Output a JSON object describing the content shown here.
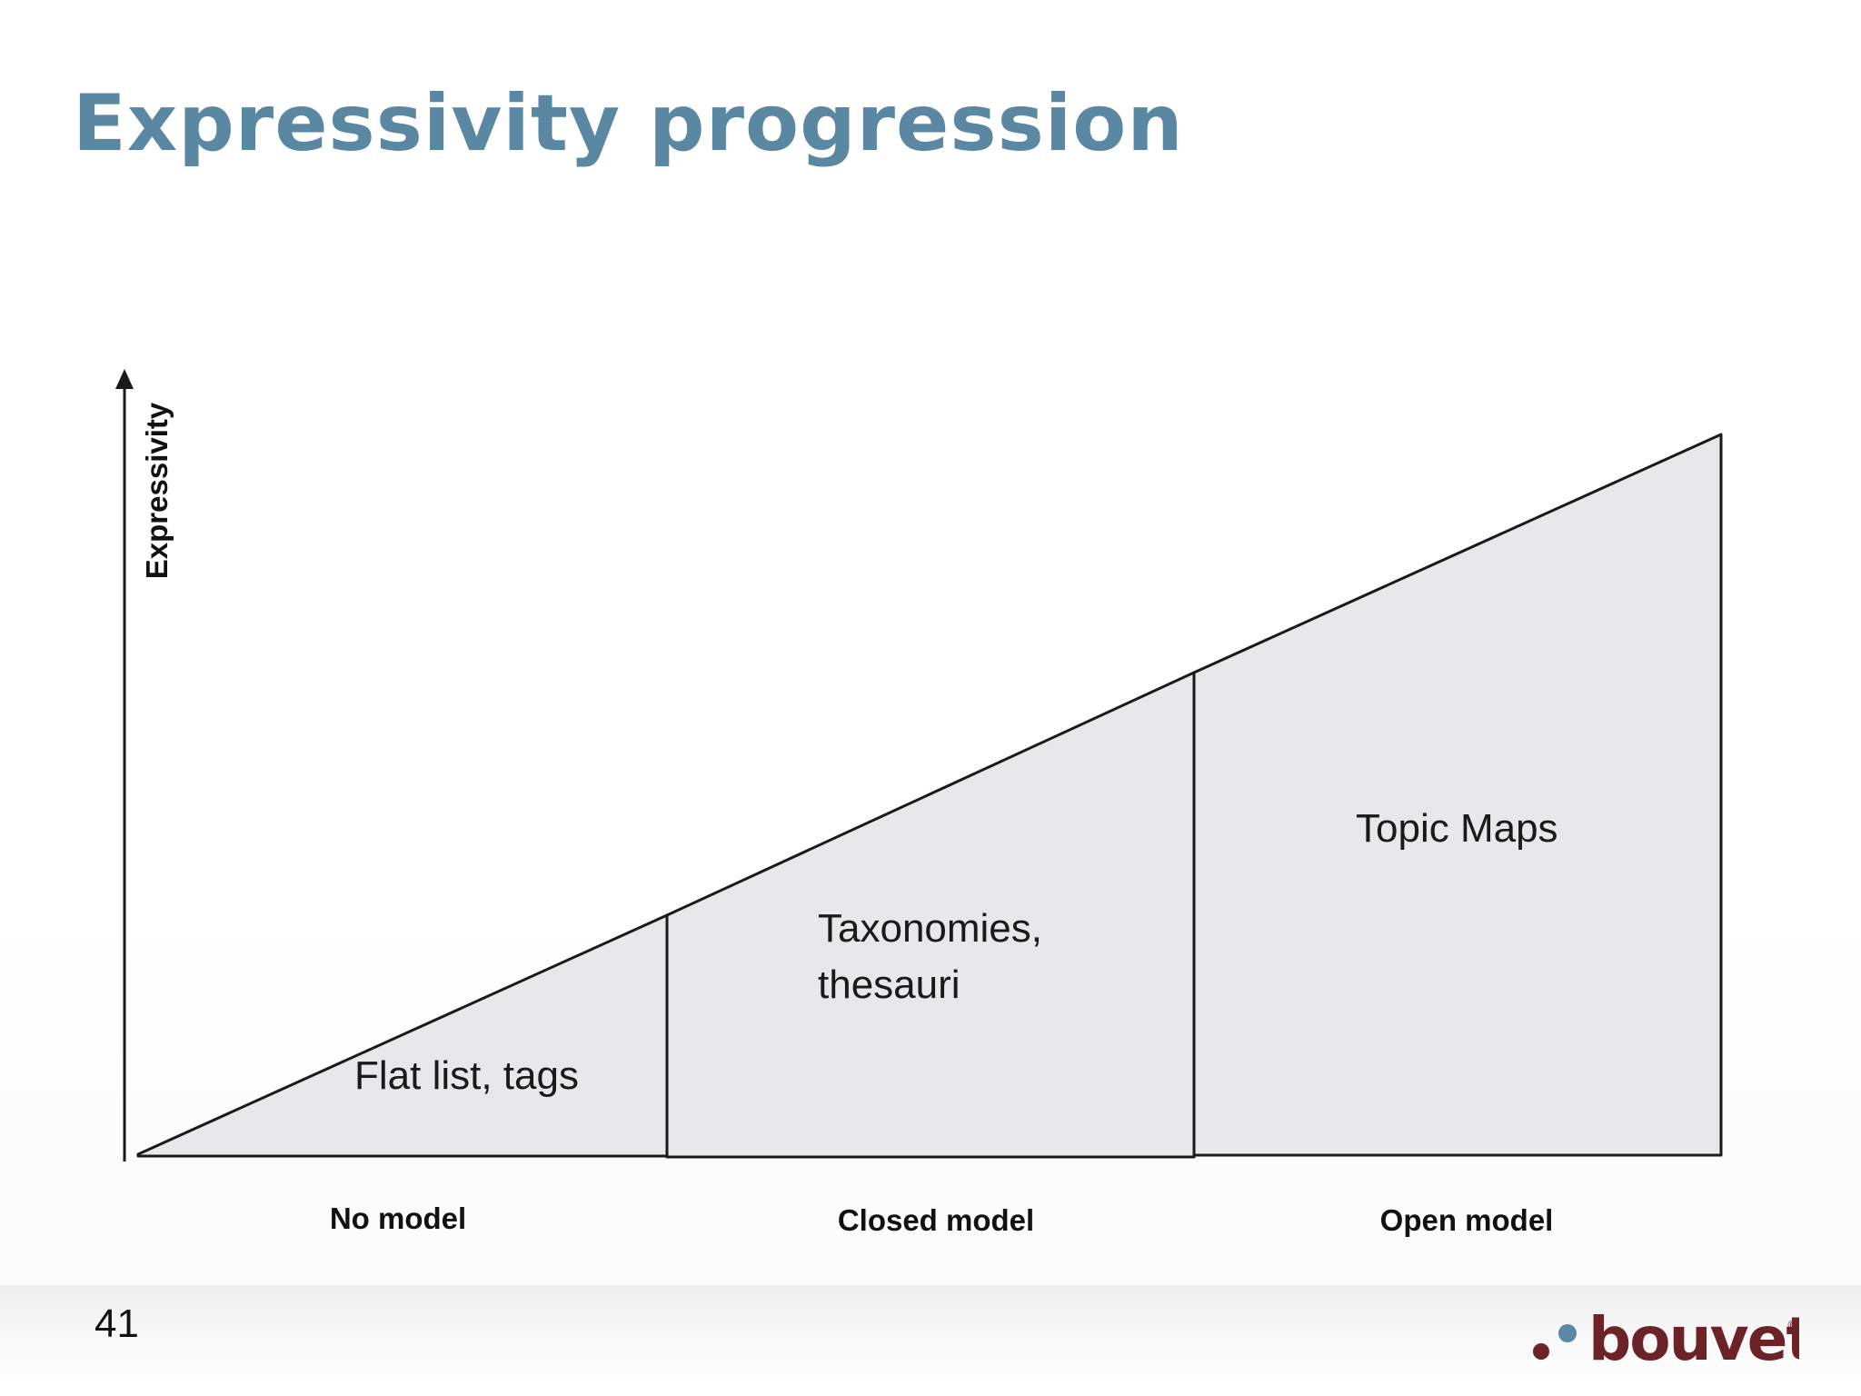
{
  "slide": {
    "title": "Expressivity progression",
    "page_number": "41"
  },
  "diagram": {
    "y_axis_label": "Expressivity",
    "regions": [
      {
        "name": "Flat list, tags",
        "lines": [
          "Flat list, tags"
        ],
        "category": "No model"
      },
      {
        "name": "Taxonomies, thesauri",
        "lines": [
          "Taxonomies,",
          "thesauri"
        ],
        "category": "Closed model"
      },
      {
        "name": "Topic Maps",
        "lines": [
          "Topic Maps"
        ],
        "category": "Open model"
      }
    ],
    "colors": {
      "fill": "#e8e7ea",
      "stroke": "#1a1a1a",
      "title": "#5a87a2"
    }
  },
  "logo": {
    "text": "bouvet",
    "registered": "®",
    "colors": {
      "text": "#6b2327",
      "dot_blue": "#5a8aa6",
      "dot_dark": "#6b2327"
    }
  }
}
